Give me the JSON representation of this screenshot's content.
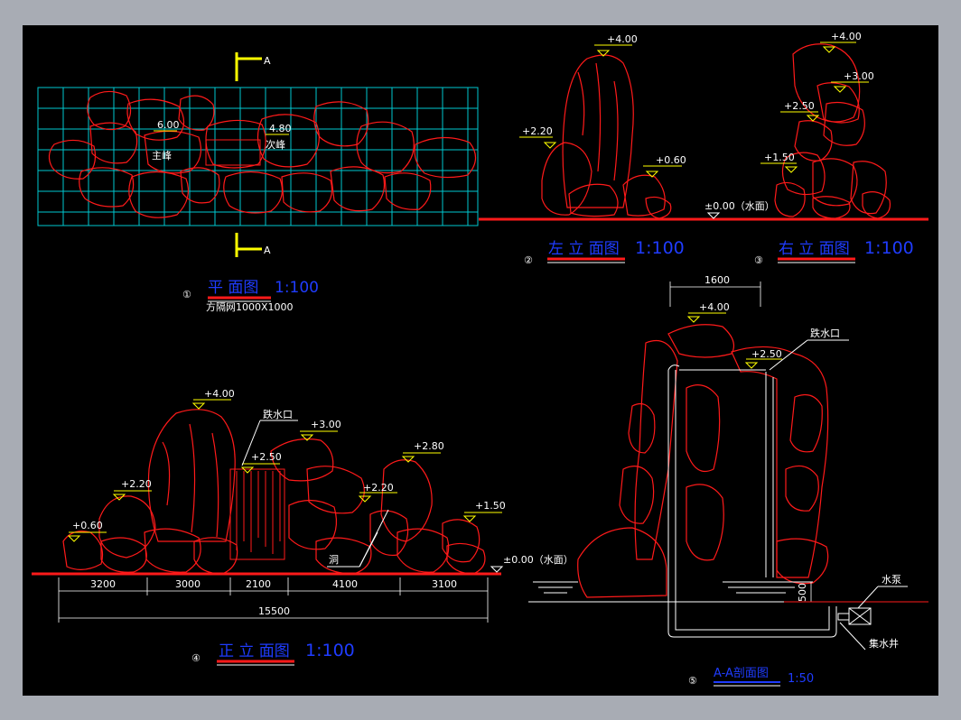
{
  "plan": {
    "title": "平 面图",
    "scale": "1:100",
    "note": "方隔网1000X1000",
    "index": "①",
    "main_peak": "主峰",
    "sub_peak": "次峰",
    "main_peak_level": "6.00",
    "sub_peak_level": "4.80",
    "section_mark": "A"
  },
  "left_elevation": {
    "title": "左 立 面图",
    "scale": "1:100",
    "index": "②",
    "levels": [
      "+4.00",
      "+2.20",
      "+0.60"
    ],
    "water": "±0.00（水面）"
  },
  "right_elevation": {
    "title": "右 立 面图",
    "scale": "1:100",
    "index": "③",
    "levels": [
      "+4.00",
      "+3.00",
      "+2.50",
      "+1.50"
    ]
  },
  "front_elevation": {
    "title": "正 立 面图",
    "scale": "1:100",
    "index": "④",
    "levels": [
      "+4.00",
      "+3.00",
      "+2.80",
      "+2.50",
      "+2.20",
      "+2.20",
      "+1.50",
      "+0.60"
    ],
    "waterfall_outlet": "跌水口",
    "cave": "洞",
    "water": "±0.00（水面）",
    "dims": [
      "3200",
      "3000",
      "2100",
      "4100",
      "3100"
    ],
    "total": "15500"
  },
  "section": {
    "title": "A-A剖面图",
    "scale": "1:50",
    "index": "⑤",
    "width": "1600",
    "levels": [
      "+4.00",
      "+2.50"
    ],
    "waterfall_outlet": "跌水口",
    "pump": "水泵",
    "sump": "集水井",
    "depth": "500"
  }
}
